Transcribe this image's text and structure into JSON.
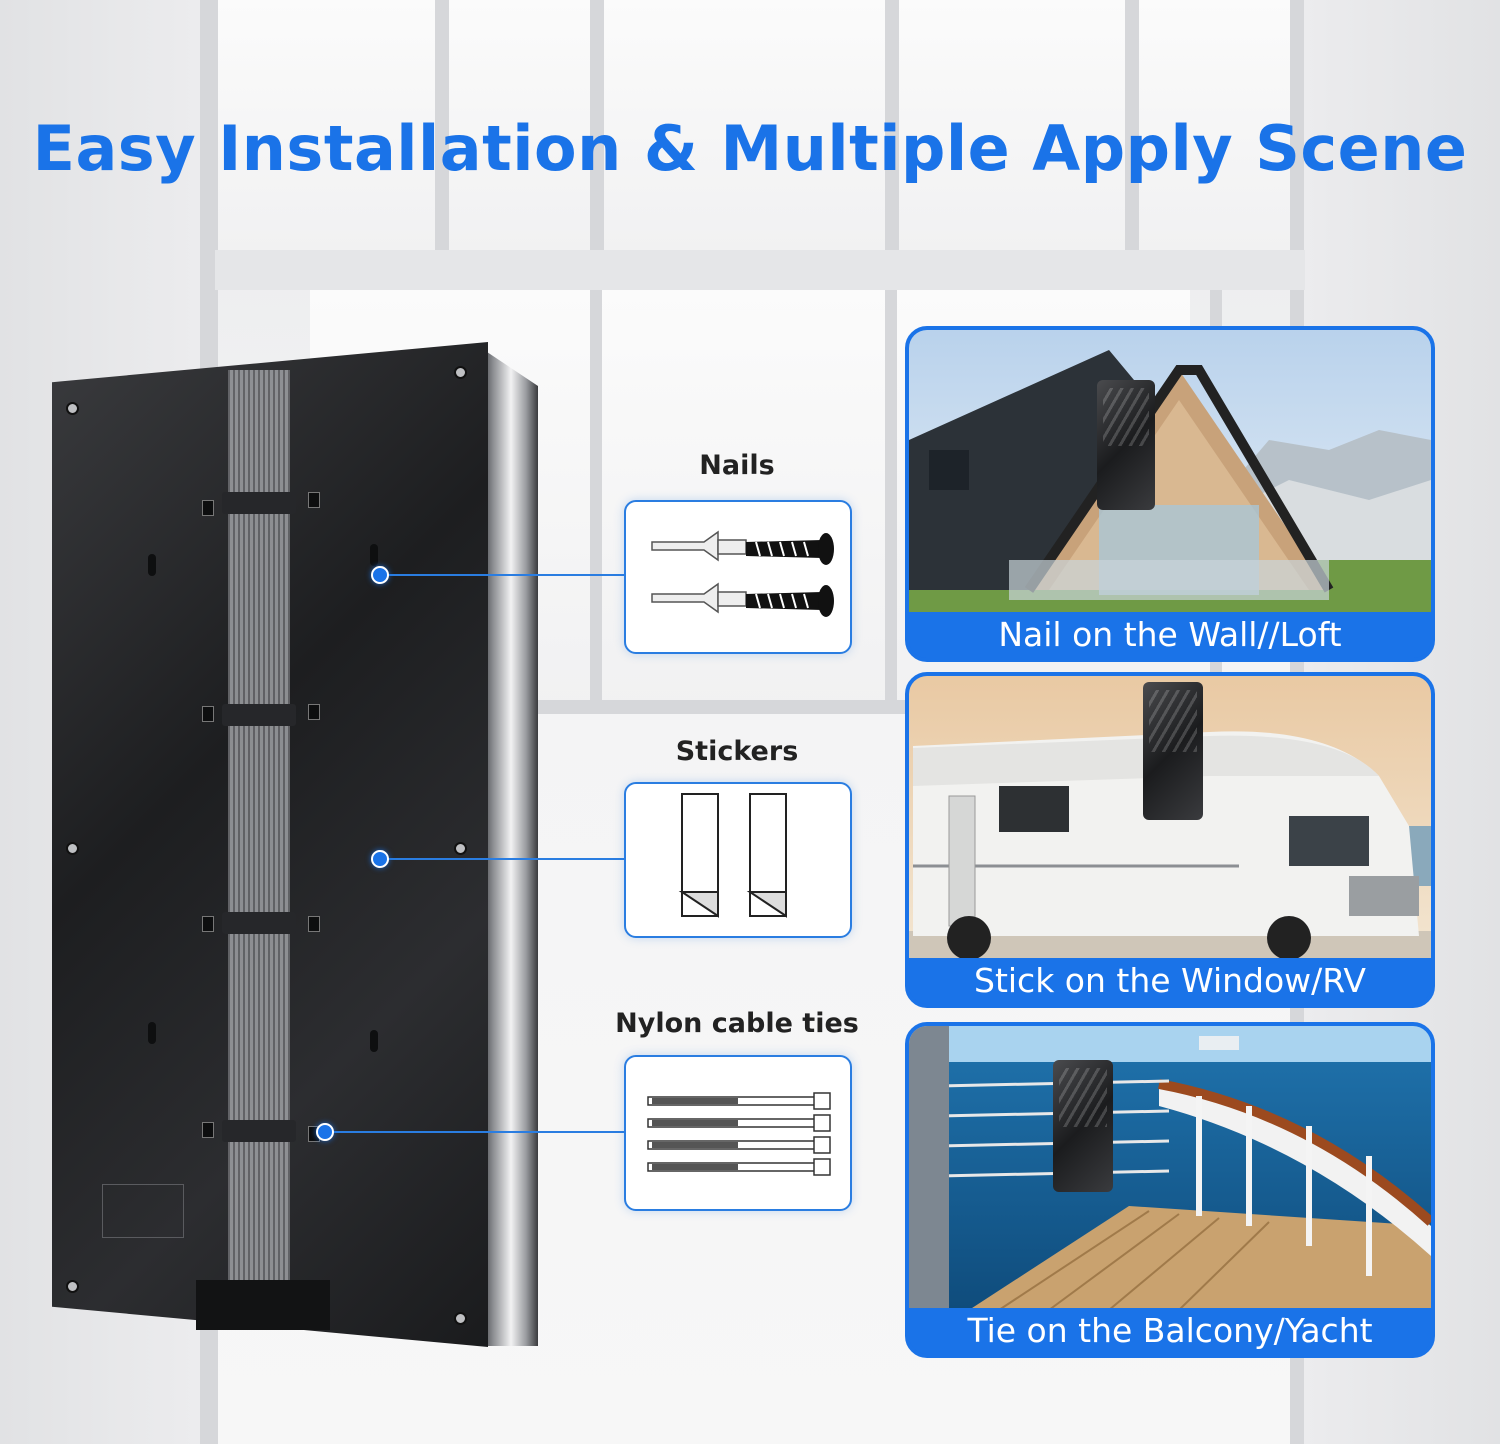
{
  "title": "Easy Installation & Multiple Apply Scene",
  "accessories": [
    {
      "label": "Nails",
      "icon": "nail-anchor-icon"
    },
    {
      "label": "Stickers",
      "icon": "sticker-strip-icon"
    },
    {
      "label": "Nylon cable ties",
      "icon": "cable-tie-icon"
    }
  ],
  "scenes": [
    {
      "caption": "Nail on the Wall//Loft"
    },
    {
      "caption": "Stick on the Window/RV"
    },
    {
      "caption": "Tie on the Balcony/Yacht"
    }
  ],
  "colors": {
    "accent": "#1a73e8",
    "panel": "#1d1e20",
    "caption_text": "#ffffff"
  }
}
